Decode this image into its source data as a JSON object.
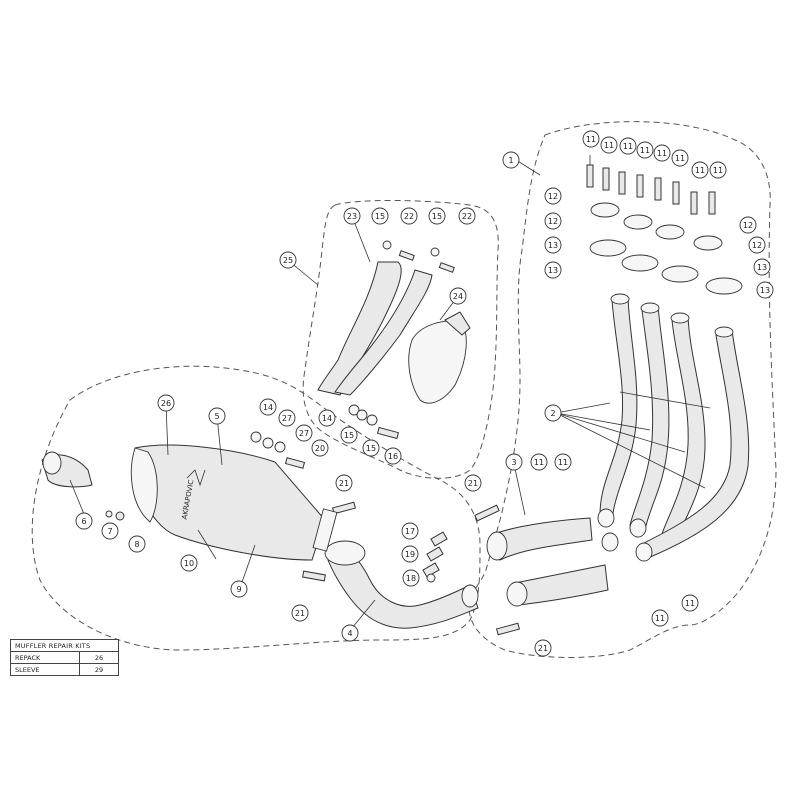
{
  "diagram": {
    "callouts": [
      "1",
      "2",
      "3",
      "4",
      "5",
      "6",
      "7",
      "8",
      "9",
      "10",
      "11",
      "12",
      "13",
      "14",
      "15",
      "16",
      "17",
      "18",
      "19",
      "20",
      "21",
      "22",
      "23",
      "24",
      "25",
      "26",
      "27"
    ],
    "logo_text": "AKRAPOVIC"
  },
  "repair_kits": {
    "title": "MUFFLER REPAIR KITS",
    "rows": [
      {
        "name": "REPACK",
        "part": "26"
      },
      {
        "name": "SLEEVE",
        "part": "29"
      }
    ]
  }
}
